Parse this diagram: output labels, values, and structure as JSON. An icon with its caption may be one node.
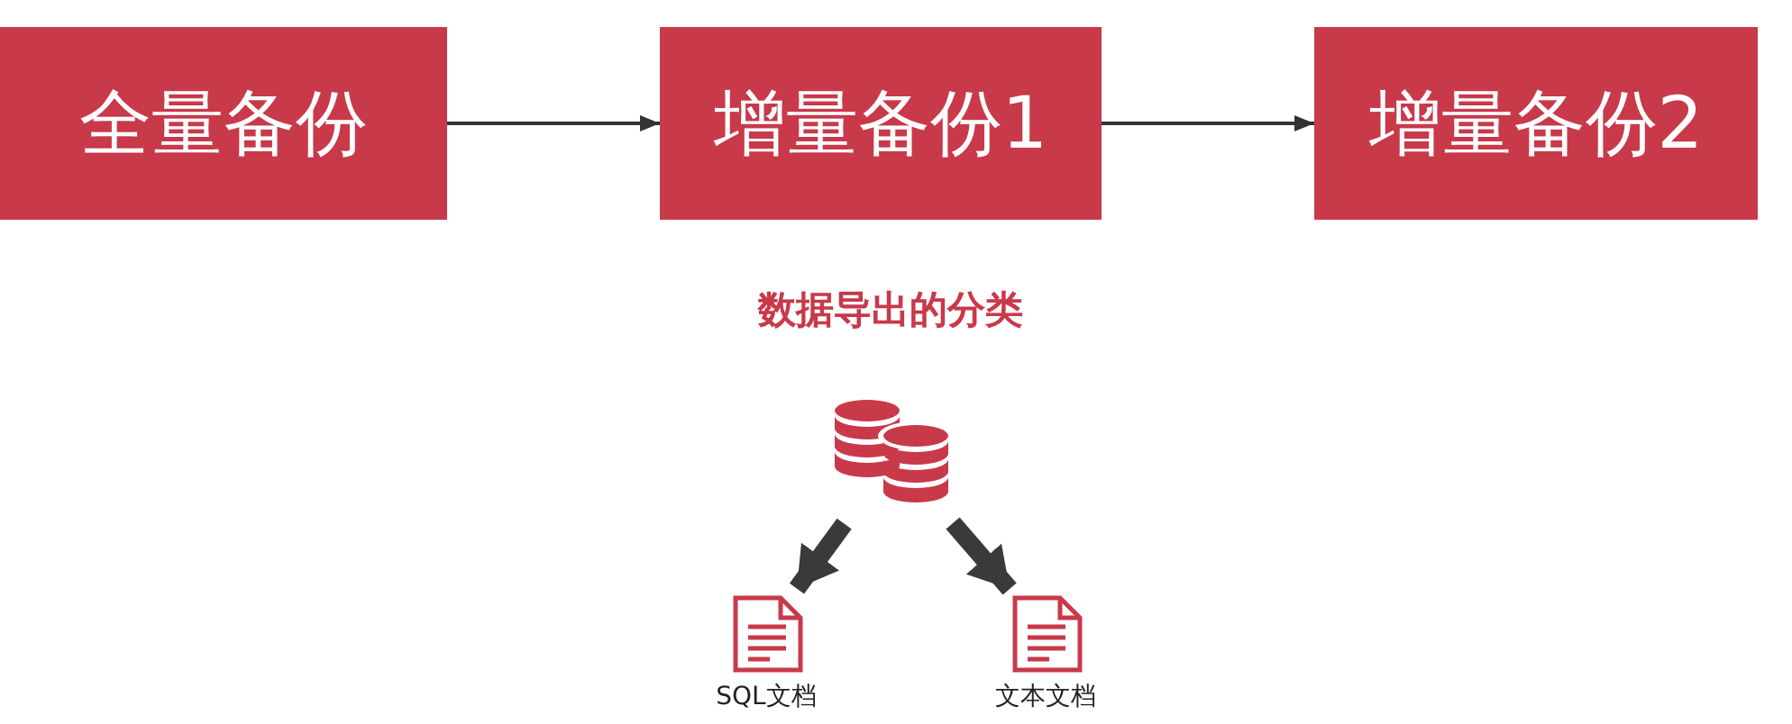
{
  "diagram": {
    "nodes": [
      {
        "text": [
          "全量备份"
        ]
      },
      {
        "text": [
          "增量备份1"
        ]
      },
      {
        "text": [
          "增量备份2"
        ]
      },
      {
        "text": [],
        "shape": "cylinder"
      },
      {
        "text": [
          "SQL文档"
        ]
      },
      {
        "text": [
          "文本文档"
        ]
      }
    ],
    "edges": [
      {
        "from": 0,
        "to": 1,
        "arrow": "to"
      },
      {
        "from": 1,
        "to": 2,
        "arrow": "to"
      },
      {
        "from": 3,
        "to": 4,
        "arrow": "to",
        "style": "thick"
      },
      {
        "from": 3,
        "to": 5,
        "arrow": "to",
        "style": "thick"
      }
    ],
    "labels": [
      "数据导出的分类"
    ]
  }
}
